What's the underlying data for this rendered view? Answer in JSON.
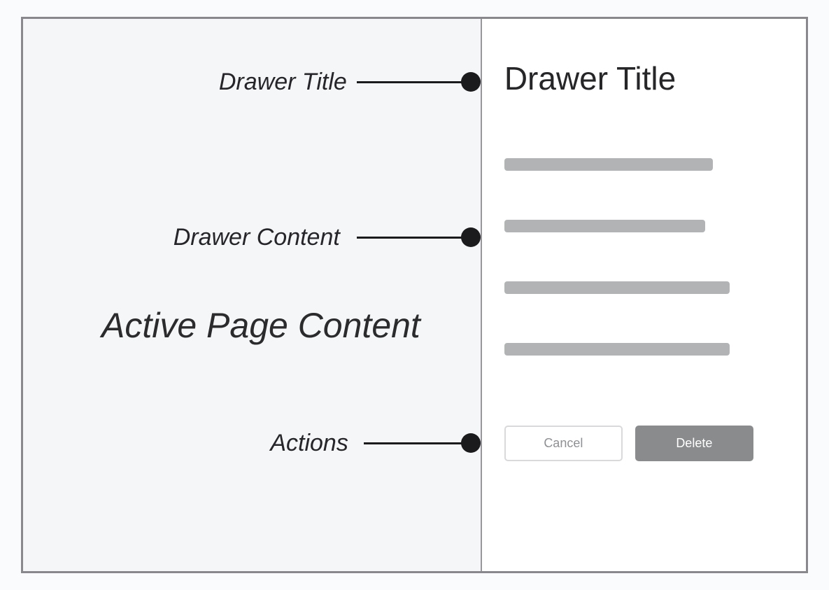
{
  "colors": {
    "canvas-bg": "#fafbfd",
    "page-bg": "#f5f6f8",
    "drawer-bg": "#ffffff",
    "frame-border": "#88888d",
    "divider": "#97979b",
    "ink": "#1b1b1e",
    "title-text": "#262629",
    "bar": "#b1b3b5",
    "delete-bg": "#8a8b8d",
    "delete-text": "#ffffff",
    "cancel-border": "#d9d9dc",
    "cancel-text": "#8e9094"
  },
  "page": {
    "label": "Active Page Content"
  },
  "annotations": [
    {
      "label": "Drawer Title"
    },
    {
      "label": "Drawer Content"
    },
    {
      "label": "Actions"
    }
  ],
  "drawer": {
    "title": "Drawer Title",
    "placeholder_bar_widths": [
      298,
      287,
      322,
      322
    ],
    "actions": {
      "cancel": "Cancel",
      "delete": "Delete"
    }
  }
}
